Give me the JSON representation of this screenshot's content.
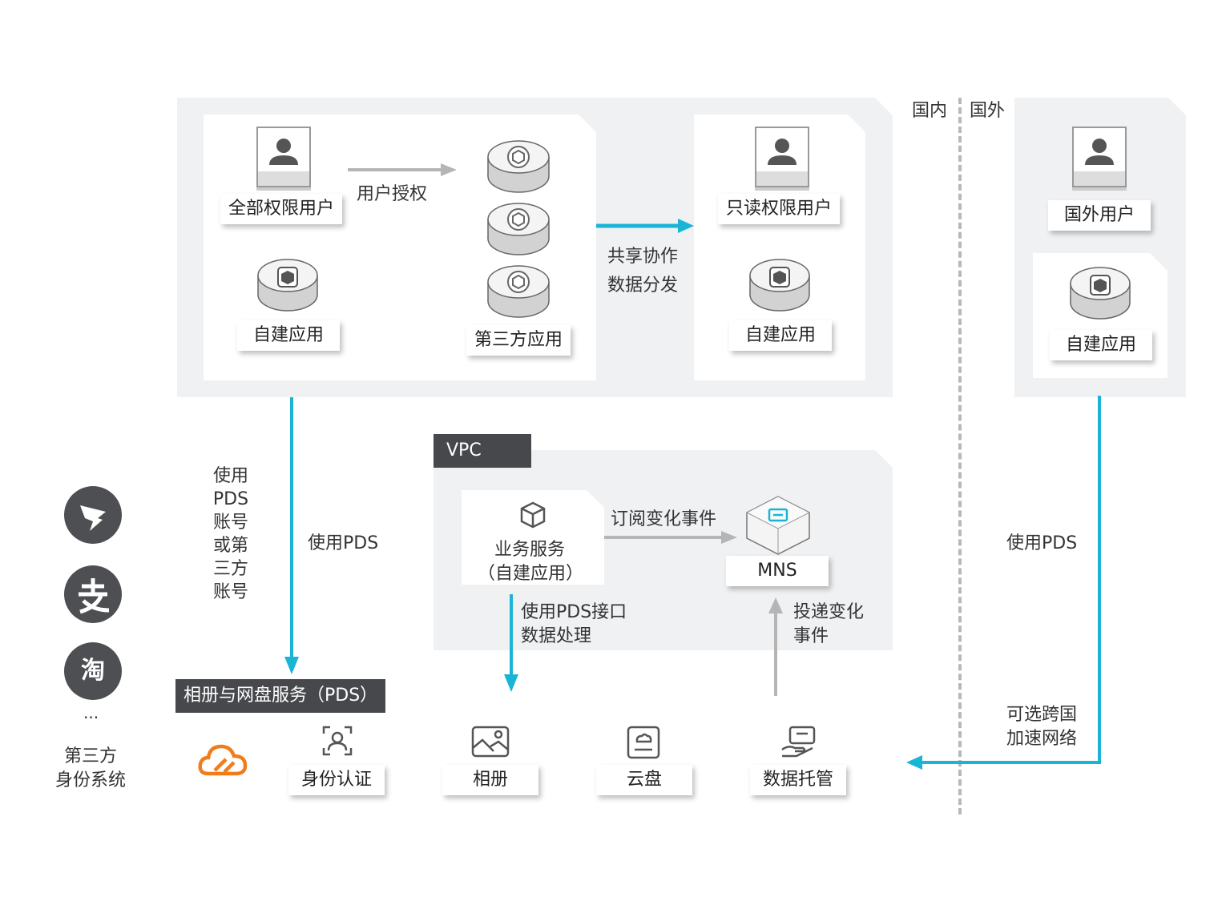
{
  "border": {
    "domestic": "国内",
    "overseas": "国外"
  },
  "top": {
    "full_user": "全部权限用户",
    "grant": "用户授权",
    "self_app_1": "自建应用",
    "third_app": "第三方应用",
    "share_line1": "共享协作",
    "share_line2": "数据分发",
    "readonly_user": "只读权限用户",
    "self_app_2": "自建应用"
  },
  "overseas": {
    "user": "国外用户",
    "app": "自建应用",
    "use_pds": "使用PDS",
    "accel_line1": "可选跨国",
    "accel_line2": "加速网络"
  },
  "identity": {
    "title_line1": "第三方",
    "title_line2": "身份系统",
    "ellipsis": "...",
    "taobao": "淘"
  },
  "left_flow": {
    "lines": [
      "使用",
      "PDS",
      "账号",
      "或第",
      "三方",
      "账号"
    ],
    "use_pds": "使用PDS"
  },
  "vpc": {
    "label": "VPC",
    "service_line1": "业务服务",
    "service_line2": "（自建应用）",
    "subscribe": "订阅变化事件",
    "mns": "MNS",
    "api_line1": "使用PDS接口",
    "api_line2": "数据处理",
    "deliver_line1": "投递变化",
    "deliver_line2": "事件"
  },
  "pds": {
    "title": "相册与网盘服务（PDS）",
    "items": [
      "身份认证",
      "相册",
      "云盘",
      "数据托管"
    ]
  },
  "colors": {
    "accent": "#1ab5d6",
    "gray_arrow": "#b5b5b5",
    "orange": "#f07d1a",
    "panel": "#f0f1f3"
  }
}
